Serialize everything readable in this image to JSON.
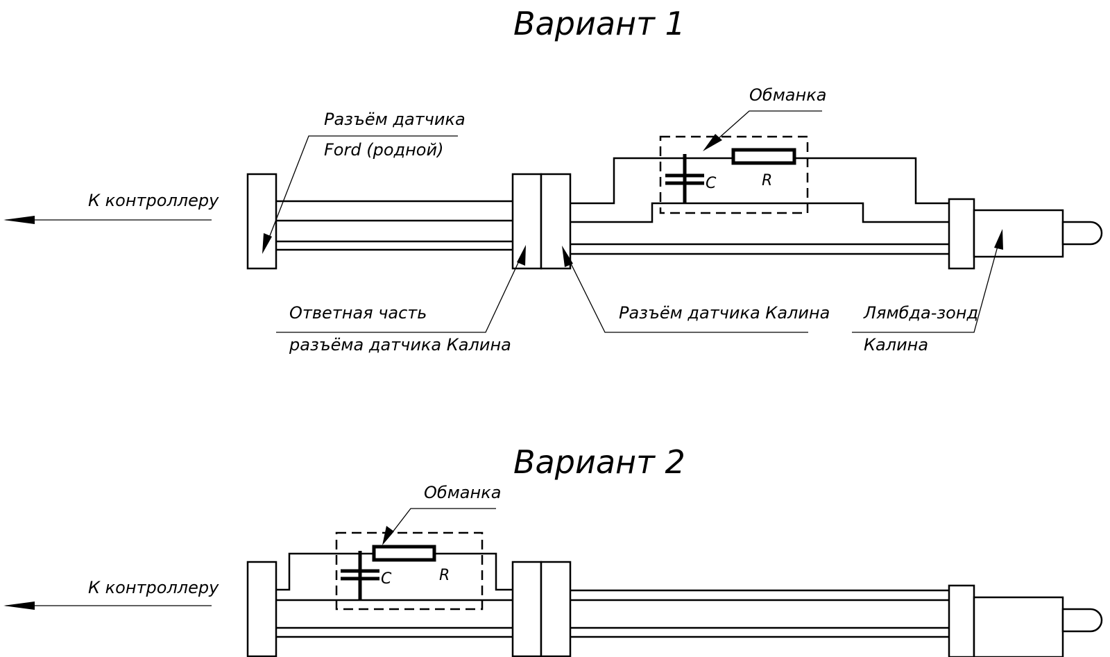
{
  "variant1": {
    "title": "Вариант 1",
    "to_controller": "К контроллеру",
    "ford_connector_line1": "Разъём датчика",
    "ford_connector_line2": "Ford (родной)",
    "fake_label": "Обманка",
    "capacitor_label": "C",
    "resistor_label": "R",
    "mating_part_line1": "Ответная часть",
    "mating_part_line2": "разъёма датчика Калина",
    "kalina_connector": "Разъём датчика Калина",
    "lambda_line1": "Лямбда-зонд",
    "lambda_line2": "Калина"
  },
  "variant2": {
    "title": "Вариант 2",
    "to_controller": "К контроллеру",
    "fake_label": "Обманка",
    "capacitor_label": "C",
    "resistor_label": "R"
  },
  "colors": {
    "ink": "#000000",
    "background": "#ffffff"
  }
}
